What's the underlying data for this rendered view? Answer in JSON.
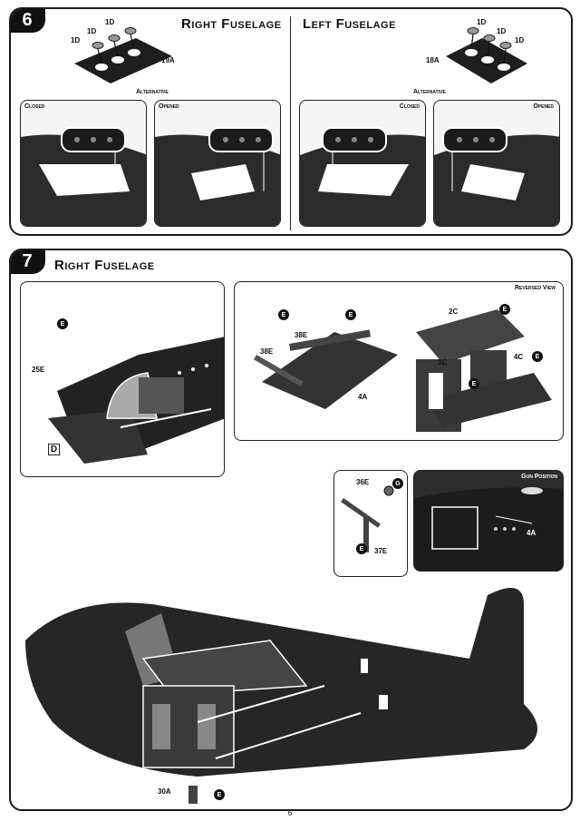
{
  "step6": {
    "number": "6",
    "right_title": "Right Fuselage",
    "left_title": "Left Fuselage",
    "alternative_label": "Alternative",
    "right_parts": {
      "windows": "1D",
      "plate": "19A"
    },
    "left_parts": {
      "windows": "1D",
      "plate": "18A"
    },
    "views": {
      "closed": "Closed",
      "opened": "Opened"
    }
  },
  "step7": {
    "number": "7",
    "title": "Right Fuselage",
    "reversed_view": "Reversed View",
    "gun_position": "Gun Position",
    "paint_code_e": "E",
    "paint_code_g": "G",
    "box_code": "D",
    "parts": {
      "p25": "25E",
      "p38a": "38E",
      "p38b": "38E",
      "p4a": "4A",
      "p2c": "2C",
      "p3c": "3C",
      "p4c": "4C",
      "p36": "36E",
      "p37": "37E",
      "p4a_gun": "4A",
      "p30": "30A"
    }
  },
  "page_number": "6",
  "colors": {
    "ink": "#111111",
    "hull": "#2b2b2b",
    "panel_bg": "#f5f5f5"
  }
}
